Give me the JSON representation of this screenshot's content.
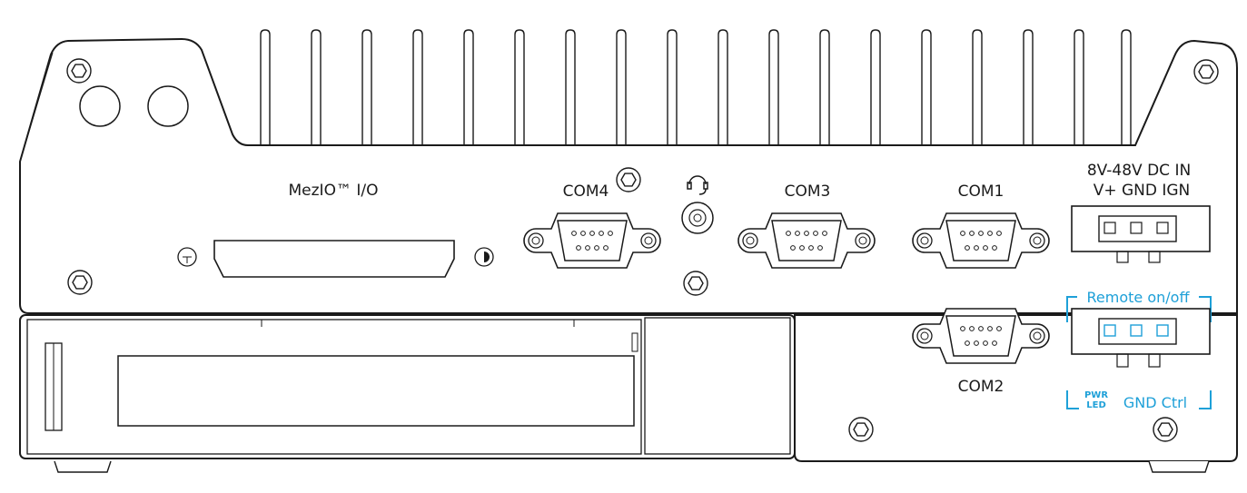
{
  "labels": {
    "mezio": "MezIO™ I/O",
    "com4": "COM4",
    "com3": "COM3",
    "com1": "COM1",
    "com2": "COM2",
    "dc_in_title": "8V-48V DC IN",
    "dc_in_pins": "V+ GND IGN"
  },
  "remote": {
    "title": "Remote on/off",
    "pwr": "PWR",
    "led": "LED",
    "pins": "GND Ctrl"
  },
  "colors": {
    "outline": "#1a1a1a",
    "remote_accent": "#1ea0d8"
  }
}
